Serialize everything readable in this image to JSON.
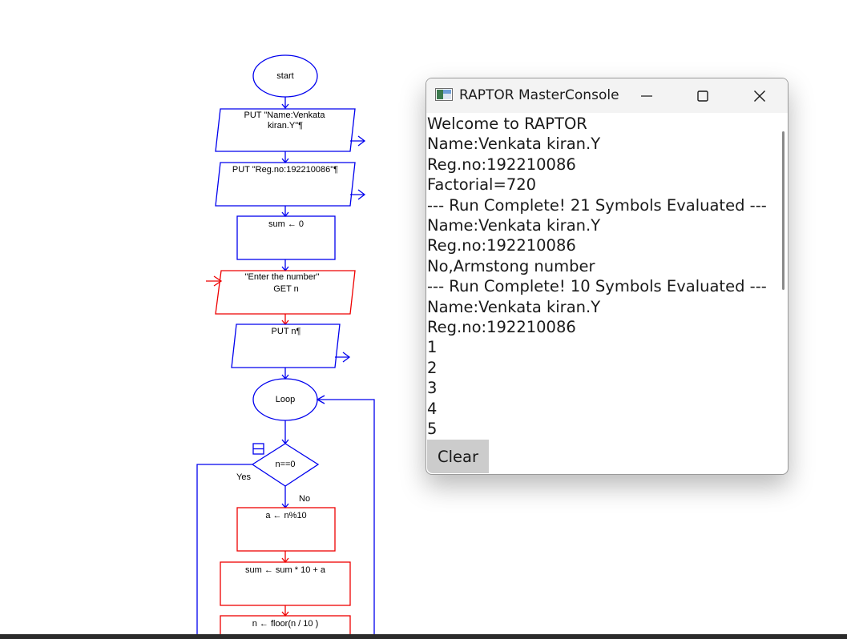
{
  "flowchart": {
    "start_label": "start",
    "put_name_line1": "PUT \"Name:Venkata",
    "put_name_line2": "kiran.Y\"¶",
    "put_reg": "PUT \"Reg.no:192210086\"¶",
    "sum_init": "sum ← 0",
    "input_prompt": "\"Enter the number\"",
    "input_get": "GET n",
    "put_n": "PUT n¶",
    "loop_label": "Loop",
    "condition": "n==0",
    "yes_label": "Yes",
    "no_label": "No",
    "assign_a": "a ← n%10",
    "assign_sum": "sum ← sum  *  10  +  a",
    "assign_n": "n ← floor(n  /  10 )",
    "colors": {
      "normal": "#0000ee",
      "active": "#ee0000"
    }
  },
  "console": {
    "title": "RAPTOR MasterConsole",
    "minimize_icon": "minimize-icon",
    "maximize_icon": "maximize-icon",
    "close_icon": "close-icon",
    "output_lines": [
      "Welcome to RAPTOR",
      "Name:Venkata kiran.Y",
      "Reg.no:192210086",
      "Factorial=720",
      "--- Run Complete! 21 Symbols Evaluated ---",
      "Name:Venkata kiran.Y",
      "Reg.no:192210086",
      "No,Armstong number",
      "--- Run Complete! 10 Symbols Evaluated ---",
      "Name:Venkata kiran.Y",
      "Reg.no:192210086",
      "1",
      "2",
      "3",
      "4",
      "5"
    ],
    "clear_label": "Clear"
  }
}
